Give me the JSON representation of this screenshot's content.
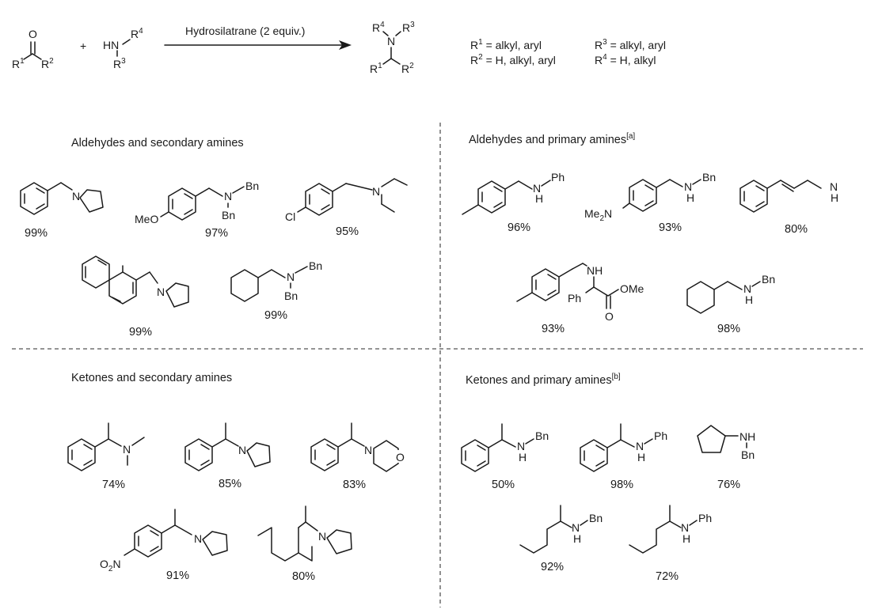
{
  "scheme": {
    "reagent": "Hydrosilatrane (2 equiv.)",
    "plus": "+",
    "carbonyl_O": "O",
    "R1": "R",
    "R1_sup": "1",
    "R2": "R",
    "R2_sup": "2",
    "amine_HN": "HN",
    "R3": "R",
    "R3_sup": "3",
    "R4": "R",
    "R4_sup": "4",
    "product_N": "N",
    "conditions": {
      "r1_label": "R",
      "r1_sup": "1",
      "r1_text": " = alkyl, aryl",
      "r2_label": "R",
      "r2_sup": "2",
      "r2_text": " = H, alkyl, aryl",
      "r3_label": "R",
      "r3_sup": "3",
      "r3_text": " = alkyl, aryl",
      "r4_label": "R",
      "r4_sup": "4",
      "r4_text": " = H, alkyl"
    }
  },
  "sections": [
    {
      "title": "Aldehydes and secondary amines",
      "note": ""
    },
    {
      "title": "Aldehydes and primary amines",
      "note": "[a]"
    },
    {
      "title": "Ketones and secondary amines",
      "note": ""
    },
    {
      "title": "Ketones and primary amines",
      "note": "[b]"
    }
  ],
  "yields": {
    "a1": "99%",
    "a2": "97%",
    "a3": "95%",
    "a4": "99%",
    "a5": "99%",
    "b1": "96%",
    "b2": "93%",
    "b3": "80%",
    "b4": "93%",
    "b5": "98%",
    "c1": "74%",
    "c2": "85%",
    "c3": "83%",
    "c4": "91%",
    "c5": "80%",
    "d1": "50%",
    "d2": "98%",
    "d3": "76%",
    "d4": "92%",
    "d5": "72%"
  },
  "atoms": {
    "N": "N",
    "NH": "NH",
    "H": "H",
    "O": "O",
    "Cl": "Cl",
    "Bn": "Bn",
    "Ph": "Ph",
    "MeO": "MeO",
    "Me": "Me",
    "Me2_sub": "2",
    "OMe": "OMe",
    "O2N_O": "O",
    "O2N_sub": "2",
    "O2N_N": "N"
  }
}
